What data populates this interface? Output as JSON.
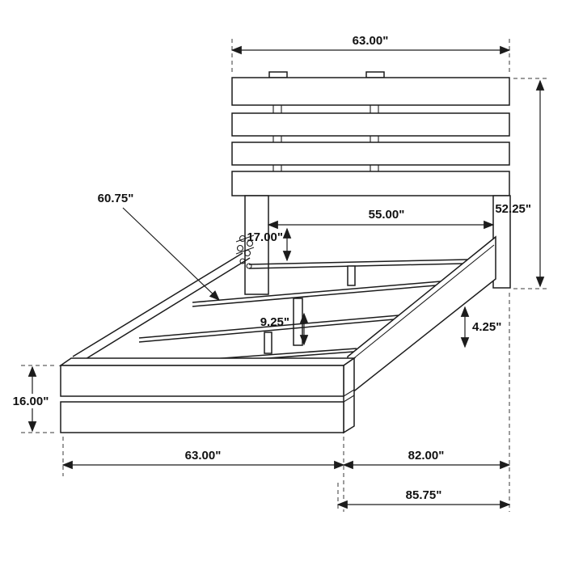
{
  "diagram": {
    "subject": "bed-frame-dimension-drawing",
    "colors": {
      "line": "#1c1c1c",
      "background": "#ffffff"
    },
    "labels": {
      "top_width": "63.00\"",
      "headboard_height": "52.25\"",
      "slat_length": "60.75\"",
      "inner_width": "55.00\"",
      "headboard_clearance": "17.00\"",
      "support_height": "9.25\"",
      "rail_floor_clearance": "4.25\"",
      "footboard_height": "16.00\"",
      "footboard_width": "63.00\"",
      "frame_length": "82.00\"",
      "overall_length": "85.75\""
    }
  }
}
